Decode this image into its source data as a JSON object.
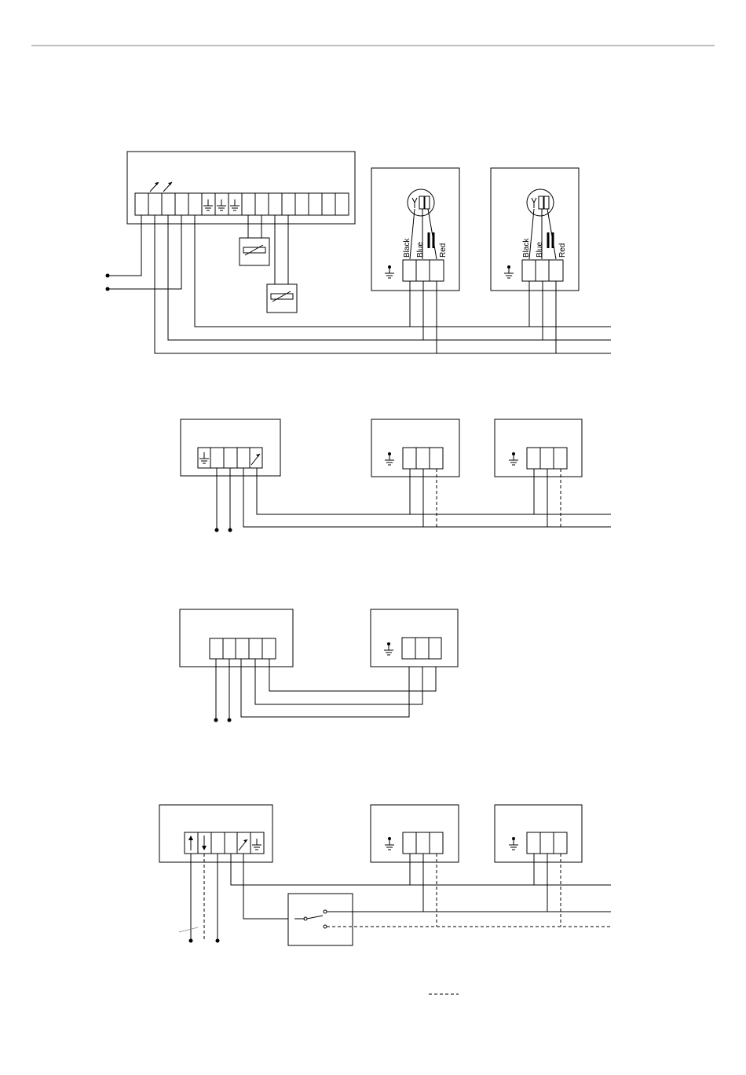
{
  "fan_wire_labels": [
    "Black",
    "Blue",
    "Red"
  ],
  "colors": {
    "ink": "#000000",
    "header_rule": "#bfbfbf"
  }
}
